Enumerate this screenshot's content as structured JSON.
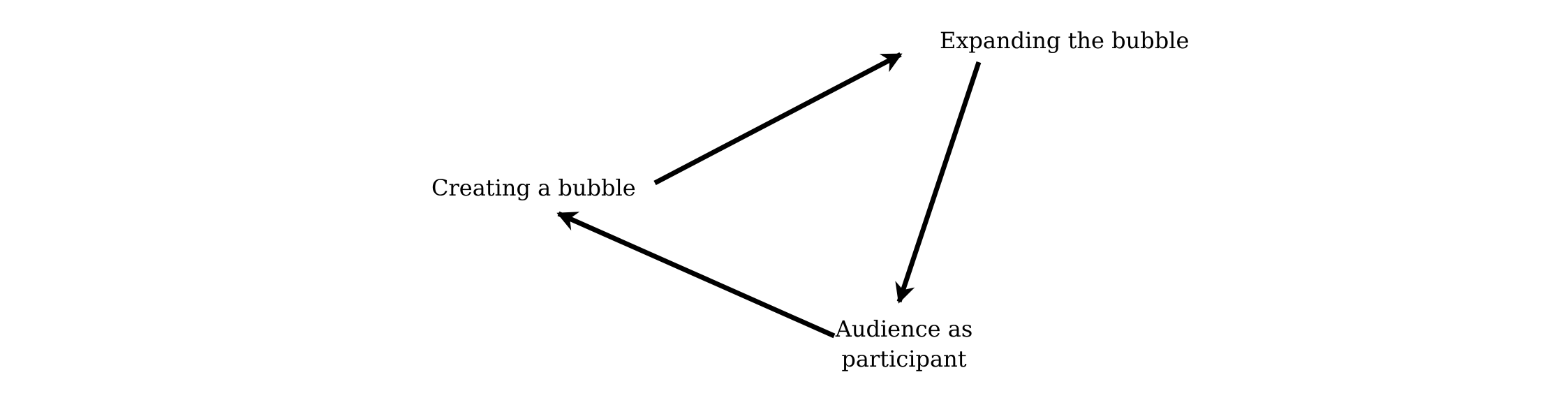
{
  "diagram": {
    "nodes": [
      {
        "id": "creating",
        "lines": [
          "Creating a bubble"
        ]
      },
      {
        "id": "expanding",
        "lines": [
          "Expanding the bubble"
        ]
      },
      {
        "id": "audience",
        "lines": [
          "Audience as",
          "participant"
        ]
      }
    ],
    "edges": [
      {
        "from": "creating",
        "to": "expanding"
      },
      {
        "from": "expanding",
        "to": "audience"
      },
      {
        "from": "audience",
        "to": "creating"
      }
    ],
    "colors": {
      "arrow": "#000000",
      "text": "#000000",
      "background": "#ffffff"
    }
  }
}
